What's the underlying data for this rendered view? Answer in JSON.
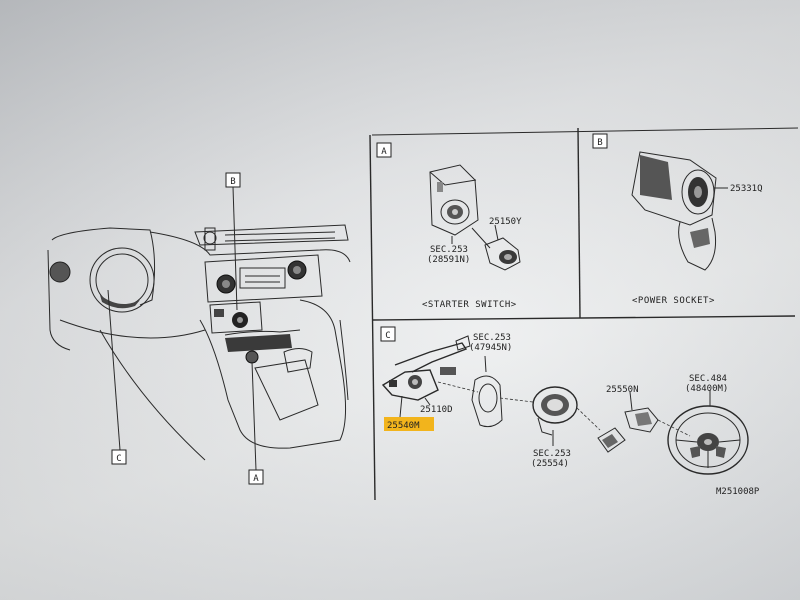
{
  "callouts": {
    "b": "B",
    "c": "C",
    "a": "A"
  },
  "panel_a": {
    "letter": "A",
    "caption": "<STARTER SWITCH>",
    "parts": {
      "p1": "25150Y",
      "sec1_line1": "SEC.253",
      "sec1_line2": "(28591N)"
    }
  },
  "panel_b": {
    "letter": "B",
    "caption": "<POWER SOCKET>",
    "parts": {
      "p1": "25331Q"
    }
  },
  "panel_c": {
    "letter": "C",
    "parts": {
      "sec_top_line1": "SEC.253",
      "sec_top_line2": "(47945N)",
      "p_25110d": "25110D",
      "p_25540m": "25540M",
      "sec_mid_line1": "SEC.253",
      "sec_mid_line2": "(25554)",
      "p_25550n": "25550N",
      "sec_right_line1": "SEC.484",
      "sec_right_line2": "(48400M)"
    }
  },
  "diagram_code": "M251008P",
  "highlight_color": "#f2b41c"
}
